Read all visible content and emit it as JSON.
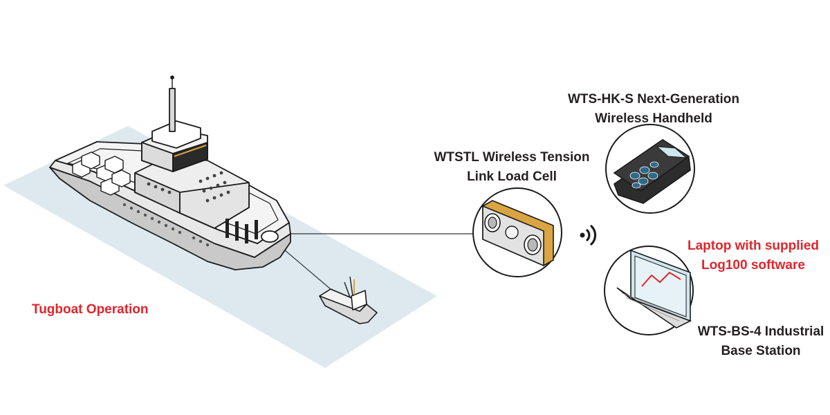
{
  "labels": {
    "tugboat_operation": "Tugboat Operation",
    "load_cell": {
      "line1": "WTSTL Wireless Tension",
      "line2": "Link Load Cell"
    },
    "handheld": {
      "line1": "WTS-HK-S Next-Generation",
      "line2": "Wireless Handheld"
    },
    "laptop": {
      "line1": "Laptop with supplied",
      "line2": "Log100 software"
    },
    "base_station": {
      "line1": "WTS-BS-4 Industrial",
      "line2": "Base Station"
    }
  },
  "colors": {
    "water": "#dde9ef",
    "accent_red": "#e0252b",
    "label_text": "#231f20",
    "outline": "#1a1a1a",
    "hull_grey": "#e6e6e6",
    "hull_dark": "#8c8c8c",
    "brass": "#d9a441",
    "handheld_body": "#2c2c2c",
    "handheld_keys": "#2f6b8a",
    "laptop_screen": "#cfe6ee",
    "laptop_graph": "#e0252b"
  },
  "icons": {
    "ship": "ship-icon",
    "tugboat": "tugboat-icon",
    "load_cell": "load-cell-icon",
    "wireless": "wireless-signal-icon",
    "handheld": "handheld-device-icon",
    "laptop": "laptop-icon"
  }
}
